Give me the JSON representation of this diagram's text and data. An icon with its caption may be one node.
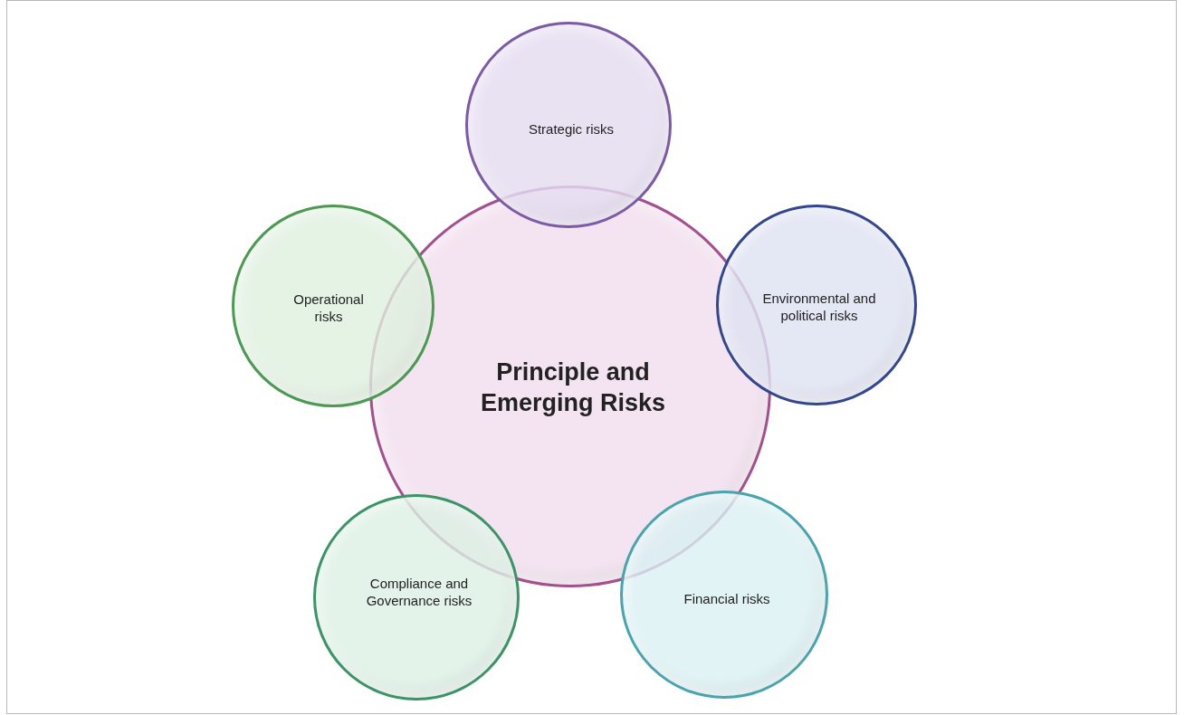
{
  "diagram": {
    "nodes": [
      {
        "text": [
          "Strategic  risks"
        ]
      },
      {
        "text": [
          "Operational risks"
        ]
      },
      {
        "text": [
          "Environmental and political risks"
        ]
      },
      {
        "text": [
          "Principle and Emerging Risks"
        ]
      },
      {
        "text": [
          "Compliance and Governance risks"
        ]
      },
      {
        "text": [
          "Financial risks"
        ]
      }
    ]
  }
}
